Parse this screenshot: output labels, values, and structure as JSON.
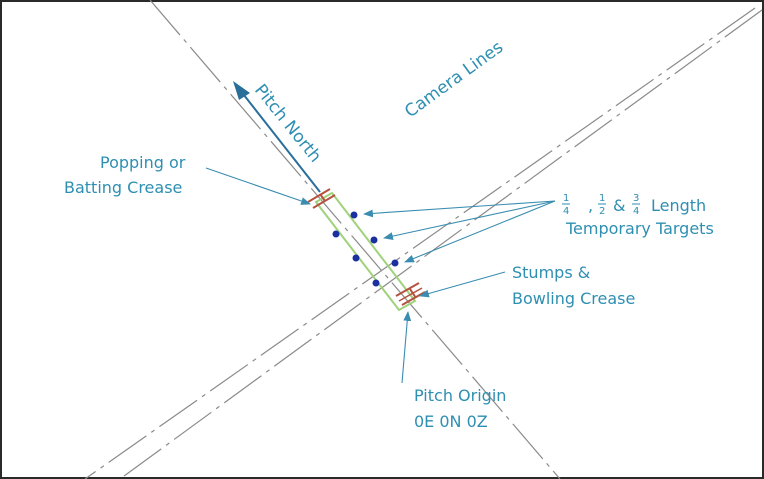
{
  "labels": {
    "camera_lines": "Camera Lines",
    "pitch_north": "Pitch North",
    "popping_line1": "Popping or",
    "popping_line2": "Batting Crease",
    "length_suffix": "Length",
    "targets_line2": "Temporary Targets",
    "stumps_line1": "Stumps &",
    "stumps_line2": "Bowling Crease",
    "origin_line1": "Pitch Origin",
    "origin_line2": "0E 0N 0Z"
  },
  "fractions": {
    "quarter": {
      "num": "1",
      "den": "4"
    },
    "half": {
      "num": "1",
      "den": "2"
    },
    "three_quarter": {
      "num": "3",
      "den": "4"
    },
    "sep1": ",",
    "sep2": "&"
  },
  "colors": {
    "label_blue": "#2e8fb2",
    "arrow_blue": "#3a8db0",
    "pitch_green": "#9fd27a",
    "crease_red": "#b5523f",
    "target_blue": "#1a2fa0",
    "axis_gray": "#8a8a8a",
    "pitch_north_arrow": "#2a6f9a"
  }
}
